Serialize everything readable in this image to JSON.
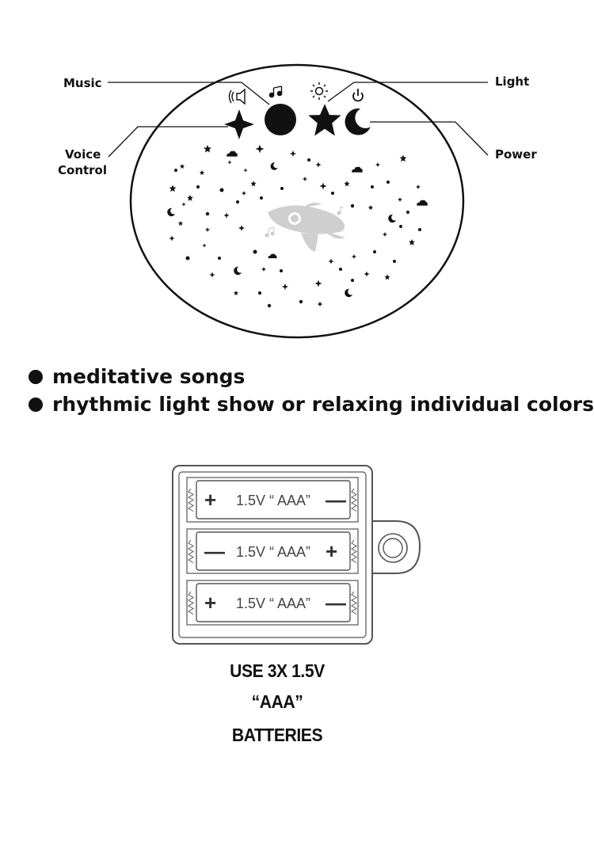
{
  "callouts": {
    "music": "Music",
    "light": "Light",
    "voice_control": [
      "Voice",
      "Control"
    ],
    "power": "Power"
  },
  "features": [
    "meditative songs",
    "rhythmic light show or relaxing individual colors"
  ],
  "battery": {
    "cell_label": "1.5V “ AAA”",
    "plus": "+",
    "minus": "—",
    "instructions": [
      "USE 3X 1.5V",
      "“AAA”",
      "BATTERIES"
    ]
  },
  "icons": [
    "voice-control-star-button",
    "music-circle-button",
    "light-star-button",
    "power-moon-button",
    "rocket-icon",
    "music-note-icon",
    "battery-compartment-icon",
    "screw-icon"
  ],
  "colors": {
    "ink": "#111111",
    "rocket": "#cfcfcf",
    "battery_line": "#555555"
  }
}
